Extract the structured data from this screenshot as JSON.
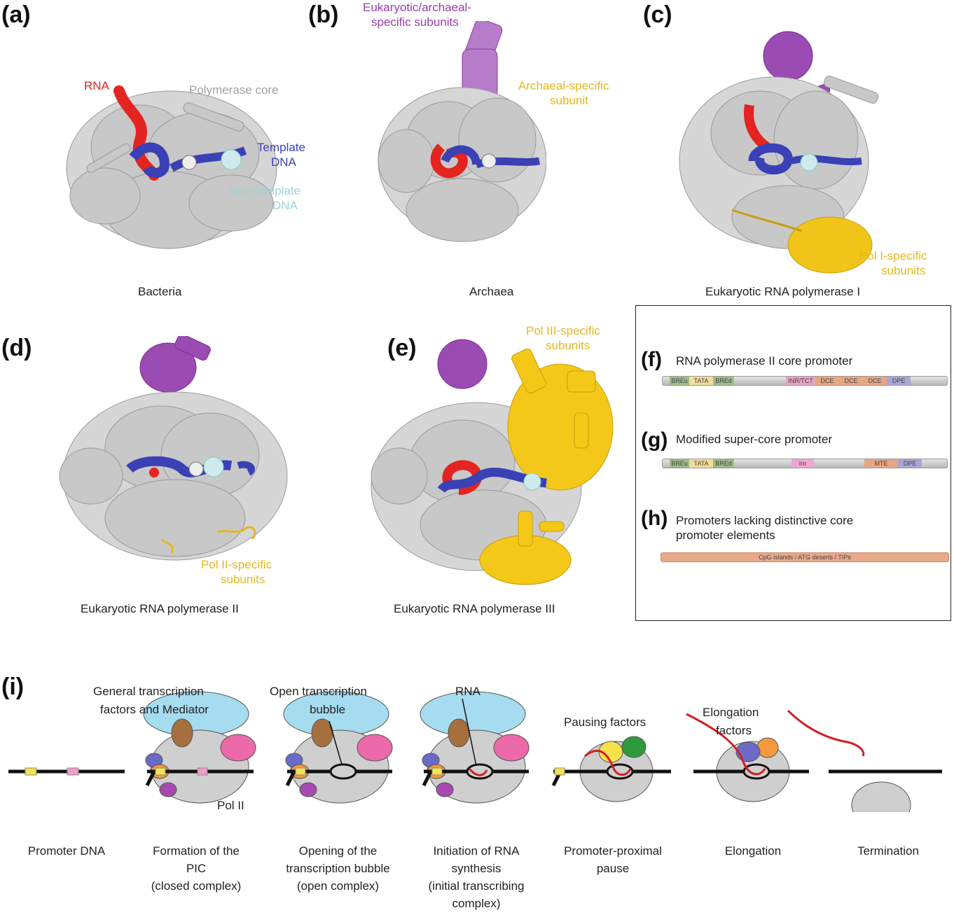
{
  "panels": {
    "a": {
      "letter": "(a)",
      "caption": "Bacteria",
      "labels": {
        "rna": "RNA",
        "core": "Polymerase core",
        "template1": "Template",
        "template2": "DNA",
        "nontemplate1": "Non-template",
        "nontemplate2": "DNA"
      }
    },
    "b": {
      "letter": "(b)",
      "caption": "Archaea",
      "labels": {
        "euk1": "Eukaryotic/archaeal-",
        "euk2": "specific subunits",
        "arch1": "Archaeal-specific",
        "arch2": "subunit"
      }
    },
    "c": {
      "letter": "(c)",
      "caption": "Eukaryotic RNA polymerase I",
      "labels": {
        "poli1": "Pol I-specific",
        "poli2": "subunits"
      }
    },
    "d": {
      "letter": "(d)",
      "caption": "Eukaryotic RNA polymerase II",
      "labels": {
        "polii1": "Pol II-specific",
        "polii2": "subunits"
      }
    },
    "e": {
      "letter": "(e)",
      "caption": "Eukaryotic RNA polymerase III",
      "labels": {
        "poliii1": "Pol III-specific",
        "poliii2": "subunits"
      }
    },
    "f": {
      "letter": "(f)",
      "title": "RNA polymerase II core promoter",
      "segments": [
        "BREu",
        "TATA",
        "BREd",
        "INR/TCT",
        "DCE",
        "DCE",
        "DCE",
        "DPE"
      ]
    },
    "g": {
      "letter": "(g)",
      "title": "Modified super-core promoter",
      "segments": [
        "BREu",
        "TATA",
        "BREd",
        "Inr",
        "MTE",
        "DPE"
      ]
    },
    "h": {
      "letter": "(h)",
      "title1": "Promoters lacking distinctive core",
      "title2": "promoter elements",
      "segments": [
        "CpG islands / ATG deserts / TIPs"
      ]
    },
    "i": {
      "letter": "(i)",
      "labels": {
        "gtf1": "General transcription",
        "gtf2": "factors and Mediator",
        "bubble1": "Open transcription",
        "bubble2": "bubble",
        "rna": "RNA",
        "pausing": "Pausing factors",
        "elong1": "Elongation",
        "elong2": "factors",
        "polii": "Pol II"
      },
      "steps": [
        {
          "l1": "Promoter DNA",
          "l2": "",
          "l3": "",
          "l4": ""
        },
        {
          "l1": "Formation of the",
          "l2": "PIC",
          "l3": "(closed complex)",
          "l4": ""
        },
        {
          "l1": "Opening of the",
          "l2": "transcription bubble",
          "l3": "(open complex)",
          "l4": ""
        },
        {
          "l1": "Initiation of RNA",
          "l2": "synthesis",
          "l3": "(initial transcribing",
          "l4": "complex)"
        },
        {
          "l1": "Promoter-proximal",
          "l2": "pause",
          "l3": "",
          "l4": ""
        },
        {
          "l1": "Elongation",
          "l2": "",
          "l3": "",
          "l4": ""
        },
        {
          "l1": "Termination",
          "l2": "",
          "l3": "",
          "l4": ""
        }
      ]
    }
  },
  "colors": {
    "rna": "#e32420",
    "template": "#3a41b5",
    "nontemplate": "#9ed3d6",
    "core": "#b5b5b5",
    "purple": "#8a3aa6",
    "gold": "#f0c419",
    "tfiib_blue": "#8fd1ec"
  }
}
